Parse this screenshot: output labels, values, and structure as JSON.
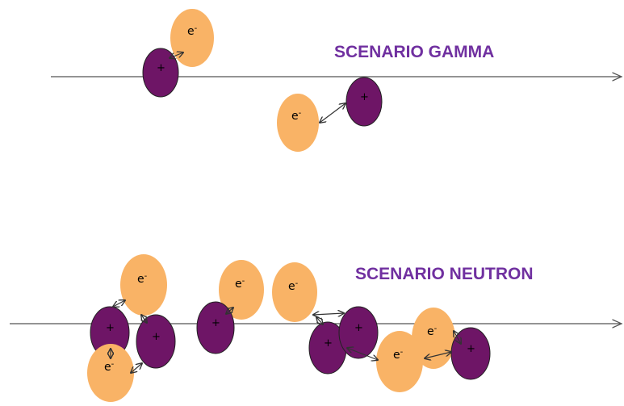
{
  "scenario_gamma": {
    "title": "SCENARIO GAMMA"
  },
  "scenario_neutron": {
    "title": "SCENARIO NEUTRON"
  },
  "particles": {
    "positive_symbol": "+",
    "electron_symbol": "e",
    "electron_charge": "-"
  },
  "colors": {
    "positive_ion": "#6e1566",
    "electron": "#f9b366",
    "title": "#7030a0",
    "track_line": "#555555"
  }
}
